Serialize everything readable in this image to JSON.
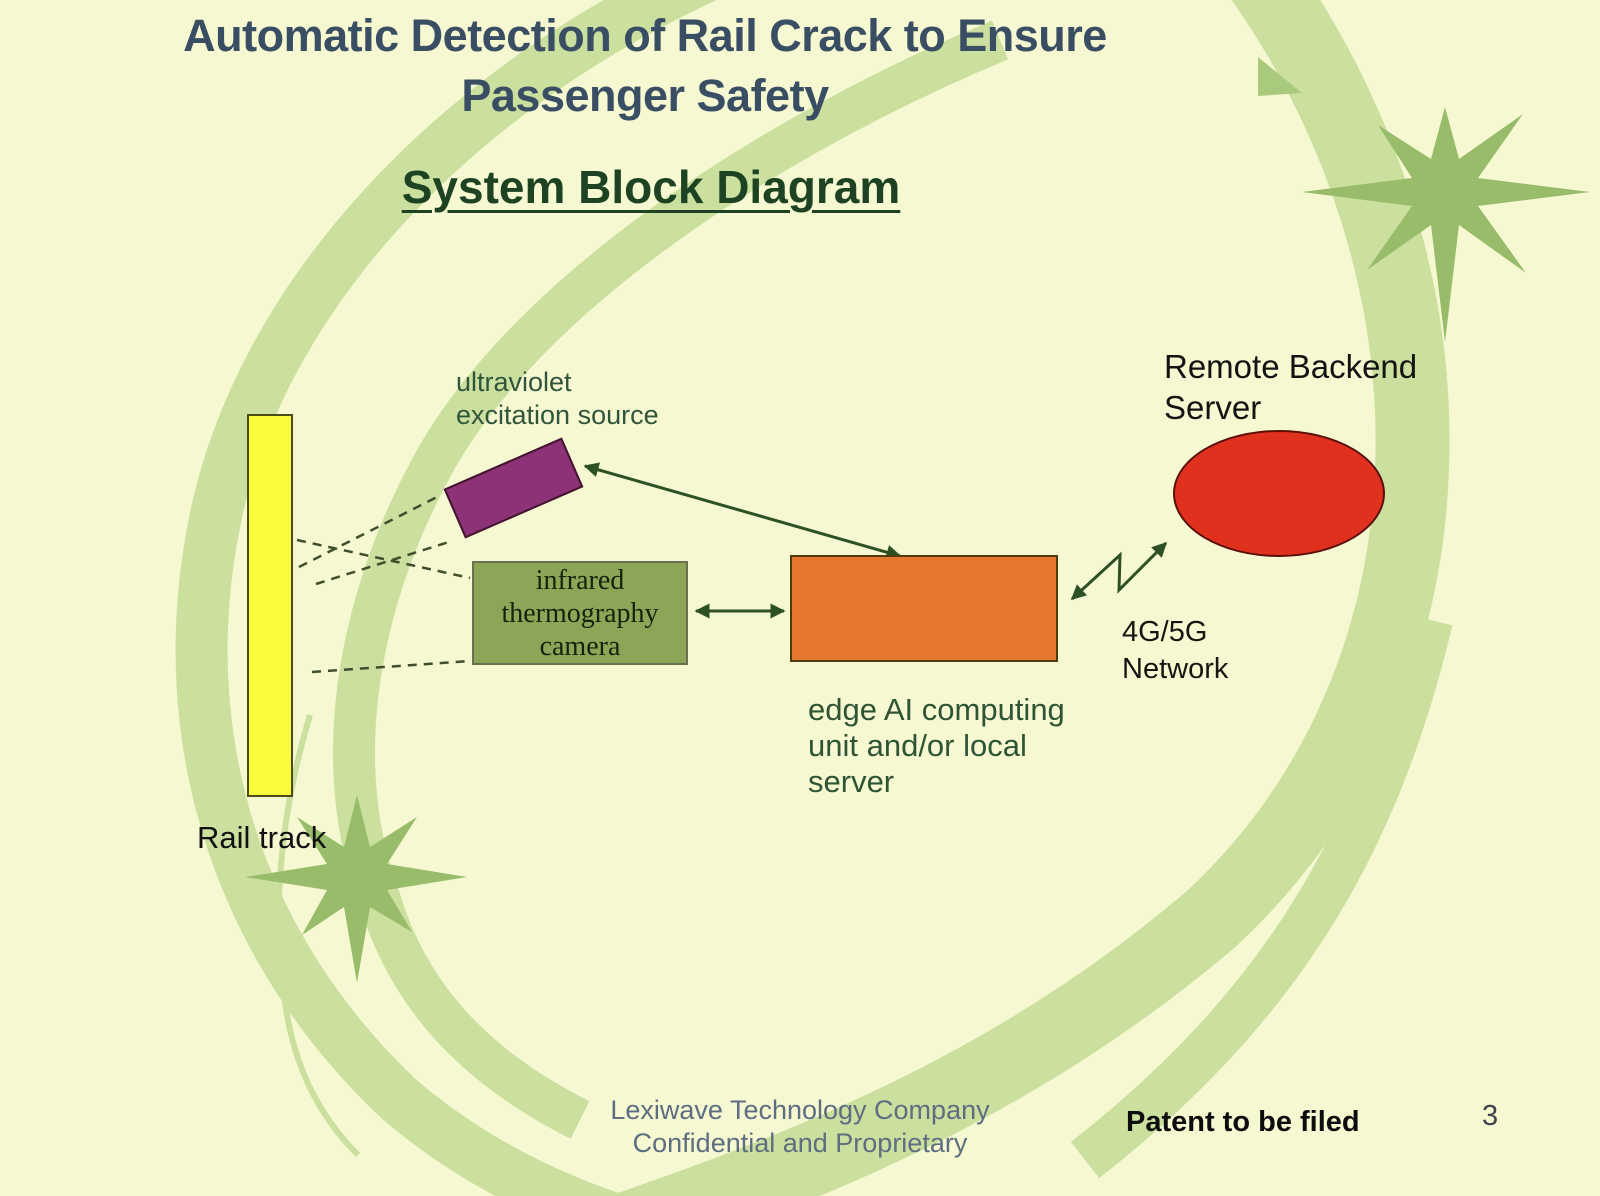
{
  "header": {
    "title_line1": "Automatic Detection of Rail Crack to Ensure",
    "title_line2": "Passenger Safety",
    "subtitle": "System Block Diagram"
  },
  "diagram": {
    "rail_track": {
      "label": "Rail track",
      "fill": "#fbfb3e"
    },
    "uv_source": {
      "label_line1": "ultraviolet",
      "label_line2": "excitation source",
      "fill": "#8e3277"
    },
    "ir_camera": {
      "line1": "infrared",
      "line2": "thermography",
      "line3": "camera",
      "fill": "#8ca557"
    },
    "edge_ai": {
      "line1": "edge AI computing",
      "line2": "unit and/or local",
      "line3": "server",
      "fill": "#e5762e"
    },
    "backend_server": {
      "line1": "Remote Backend",
      "line2": "Server",
      "fill": "#e0301e"
    },
    "network": {
      "line1": "4G/5G",
      "line2": "Network"
    }
  },
  "footer": {
    "company_line1": "Lexiwave Technology Company",
    "company_line2": "Confidential and Proprietary",
    "patent_note": "Patent to be filed",
    "page_number": "3"
  },
  "colors": {
    "background": "#f6f8d2",
    "swoosh_green": "#cbe09f",
    "star_green": "#98bc6a",
    "title_text": "#3a4e63",
    "subtitle_text": "#1d4323",
    "label_green": "#2e5433",
    "arrow_green": "#2d5124",
    "dashed_line": "#3f4e2c",
    "footer_text": "#5d6e80"
  }
}
